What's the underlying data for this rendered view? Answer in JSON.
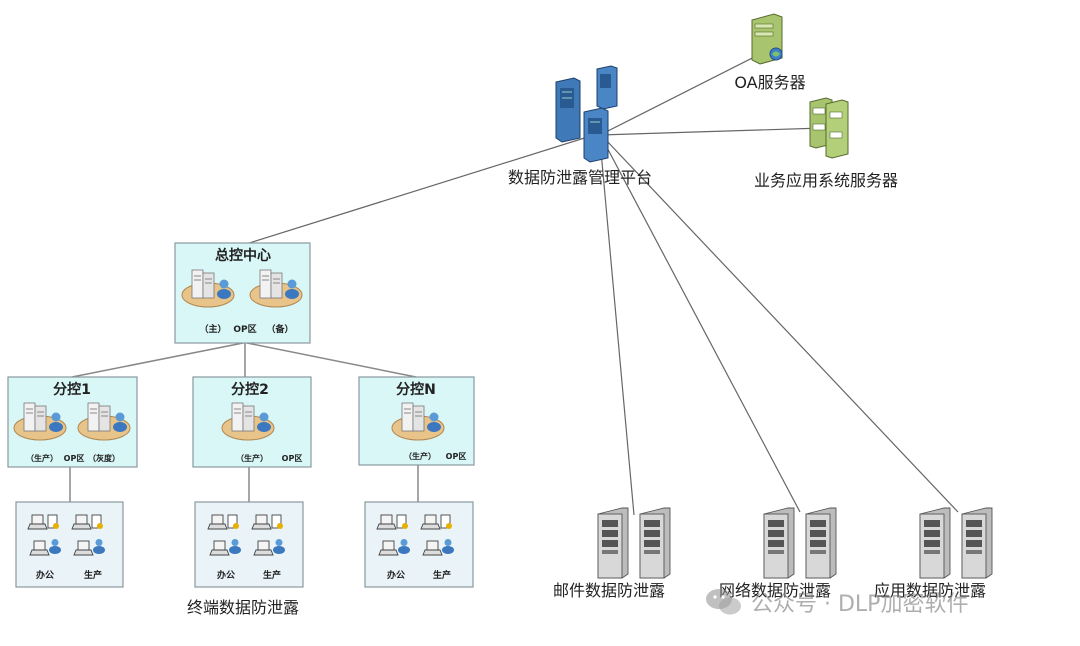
{
  "nodes": {
    "oa_server": "OA服务器",
    "business_server": "业务应用系统服务器",
    "platform": "数据防泄露管理平台",
    "master_control": {
      "title": "总控中心",
      "label_main": "（主）",
      "label_op": "OP区",
      "label_backup": "（备）"
    },
    "branches": [
      {
        "title": "分控1",
        "labels": [
          "（生产）",
          "OP区",
          "（灰度）"
        ]
      },
      {
        "title": "分控2",
        "labels": [
          "（生产）",
          "OP区"
        ]
      },
      {
        "title": "分控N",
        "labels": [
          "（生产）",
          "OP区"
        ]
      }
    ],
    "endpoint_groups": [
      {
        "labels": [
          "办公",
          "生产"
        ]
      },
      {
        "labels": [
          "办公",
          "生产"
        ]
      },
      {
        "labels": [
          "办公",
          "生产"
        ]
      }
    ],
    "endpoint_caption": "终端数据防泄露",
    "mail_dlp": "邮件数据防泄露",
    "network_dlp": "网络数据防泄露",
    "app_dlp": "应用数据防泄露"
  },
  "watermark": "公众号 · DLP加密软件",
  "colors": {
    "box_fill": "#d9f7f7",
    "server_blue": "#3f79b8",
    "server_green": "#a8c46e",
    "server_gray": "#9a9a9a"
  }
}
